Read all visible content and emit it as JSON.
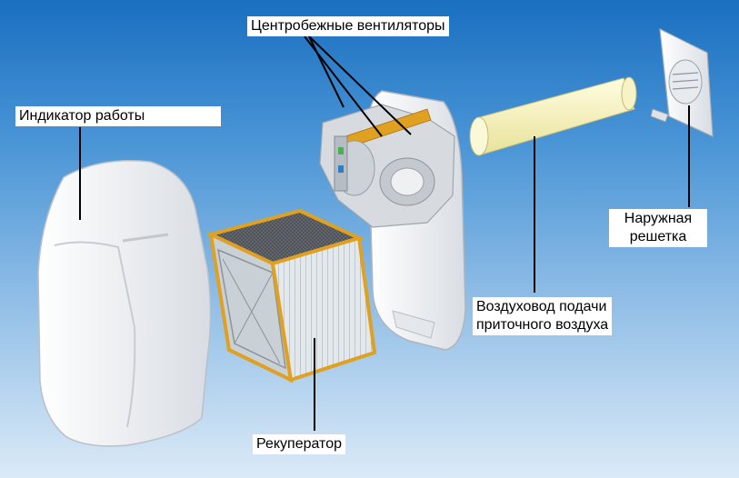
{
  "labels": {
    "fans": "Центробежные вентиляторы",
    "indicator": "Индикатор работы",
    "grille_line1": "Наружная",
    "grille_line2": "решетка",
    "duct_line1": "Воздуховод подачи",
    "duct_line2": "приточного воздуха",
    "recuperator": "Рекуператор"
  },
  "colors": {
    "background_top": "#1a6fc0",
    "background_bottom": "#dbeaf7",
    "accent_orange": "#e0a020",
    "duct_cream": "#f4f0b4"
  }
}
